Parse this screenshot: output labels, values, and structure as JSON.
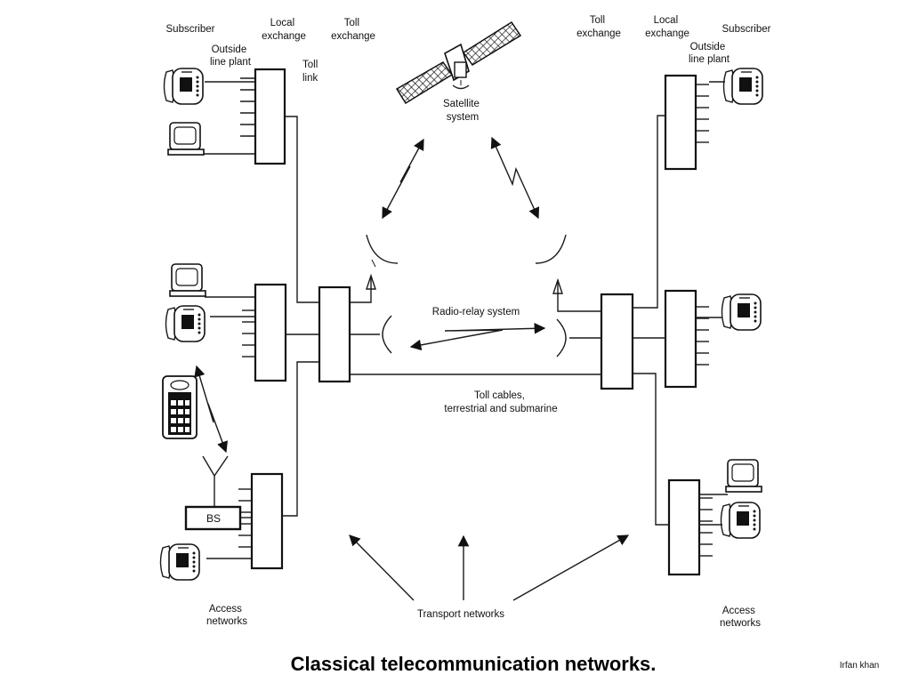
{
  "labels": {
    "subscriber_left": "Subscriber",
    "local_exchange_left": [
      "Local",
      "exchange"
    ],
    "toll_exchange_left": [
      "Toll",
      "exchange"
    ],
    "outside_line_plant_left": [
      "Outside",
      "line plant"
    ],
    "toll_link": [
      "Toll",
      "link"
    ],
    "satellite_system": [
      "Satellite",
      "system"
    ],
    "toll_exchange_right": [
      "Toll",
      "exchange"
    ],
    "local_exchange_right": [
      "Local",
      "exchange"
    ],
    "subscriber_right": "Subscriber",
    "outside_line_plant_right": [
      "Outside",
      "line plant"
    ],
    "radio_relay": "Radio-relay system",
    "toll_cables": [
      "Toll cables,",
      "terrestrial and submarine"
    ],
    "access_networks_left": [
      "Access",
      "networks"
    ],
    "transport_networks": "Transport networks",
    "access_networks_right": [
      "Access",
      "networks"
    ],
    "base_station": "BS"
  },
  "title": "Classical telecommunication networks.",
  "credit": "Irfan khan"
}
